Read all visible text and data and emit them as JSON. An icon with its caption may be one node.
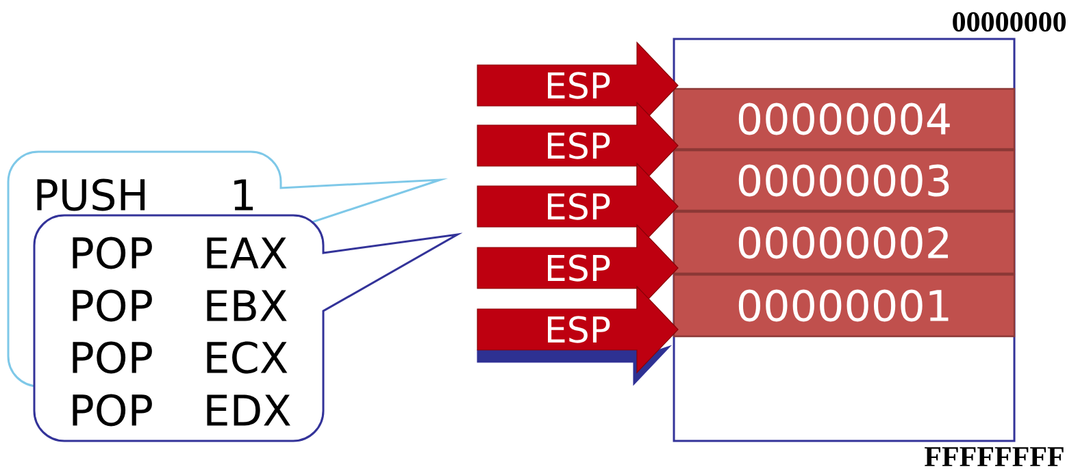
{
  "diagram": {
    "nodes": [
      {
        "text": [
          "PUSH",
          "1"
        ]
      },
      {
        "text": [
          "POP",
          "EAX",
          "POP",
          "EBX",
          "POP",
          "ECX",
          "POP",
          "EDX"
        ]
      },
      {
        "text": [],
        "shape": "arrow"
      },
      {
        "text": [
          "ESP"
        ]
      },
      {
        "text": [
          "ESP"
        ]
      },
      {
        "text": [
          "ESP"
        ]
      },
      {
        "text": [
          "ESP"
        ]
      },
      {
        "text": [
          "ESP"
        ]
      },
      {
        "text": [],
        "shape": "box"
      },
      {
        "text": [
          "00000004"
        ],
        "in": 8
      },
      {
        "text": [
          "00000003"
        ],
        "in": 8
      },
      {
        "text": [
          "00000002"
        ],
        "in": 8
      },
      {
        "text": [
          "00000001"
        ],
        "in": 8
      }
    ],
    "labels": [
      "00000000",
      "FFFFFFFF"
    ]
  }
}
